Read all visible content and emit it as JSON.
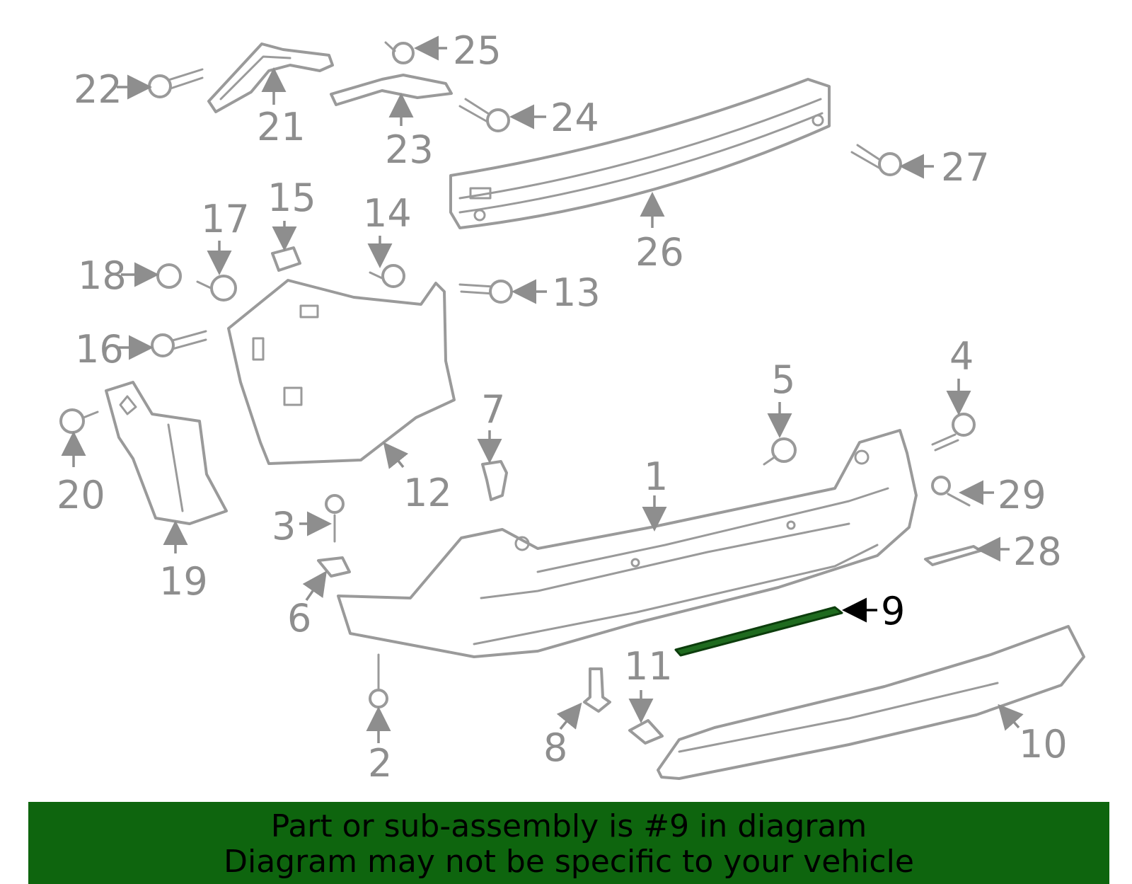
{
  "diagram": {
    "highlighted_part": "9",
    "callouts": [
      "1",
      "2",
      "3",
      "4",
      "5",
      "6",
      "7",
      "8",
      "9",
      "10",
      "11",
      "12",
      "13",
      "14",
      "15",
      "16",
      "17",
      "18",
      "19",
      "20",
      "21",
      "22",
      "23",
      "24",
      "25",
      "26",
      "27",
      "28",
      "29"
    ],
    "highlight_color": "#1f6b1f"
  },
  "banner": {
    "line1": "Part or sub-assembly is #9 in diagram",
    "line2": "Diagram may not be specific to your vehicle",
    "background": "#0e650e"
  }
}
